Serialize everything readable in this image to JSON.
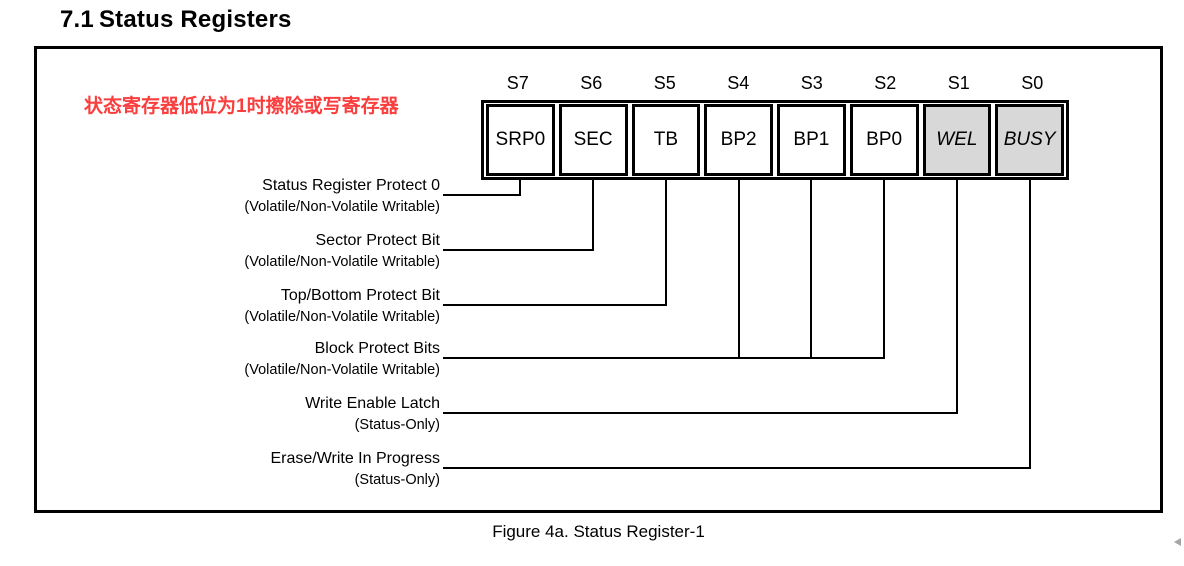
{
  "heading": {
    "number": "7.1",
    "title": "Status Registers"
  },
  "note": {
    "text": "状态寄存器低位为1时擦除或写寄存器",
    "color": "#FA3D3D"
  },
  "register": {
    "name": "Status Register-1",
    "bits": [
      {
        "index": "S7",
        "name": "SRP0",
        "shaded": false
      },
      {
        "index": "S6",
        "name": "SEC",
        "shaded": false
      },
      {
        "index": "S5",
        "name": "TB",
        "shaded": false
      },
      {
        "index": "S4",
        "name": "BP2",
        "shaded": false
      },
      {
        "index": "S3",
        "name": "BP1",
        "shaded": false
      },
      {
        "index": "S2",
        "name": "BP0",
        "shaded": false
      },
      {
        "index": "S1",
        "name": "WEL",
        "shaded": true
      },
      {
        "index": "S0",
        "name": "BUSY",
        "shaded": true
      }
    ],
    "fields": [
      {
        "name": "Status Register Protect 0",
        "attribute": "(Volatile/Non-Volatile Writable)",
        "bits": "S7"
      },
      {
        "name": "Sector Protect Bit",
        "attribute": "(Volatile/Non-Volatile Writable)",
        "bits": "S6"
      },
      {
        "name": "Top/Bottom Protect Bit",
        "attribute": "(Volatile/Non-Volatile Writable)",
        "bits": "S5"
      },
      {
        "name": "Block Protect Bits",
        "attribute": "(Volatile/Non-Volatile Writable)",
        "bits": "S4-S2"
      },
      {
        "name": "Write Enable Latch",
        "attribute": "(Status-Only)",
        "bits": "S1"
      },
      {
        "name": "Erase/Write In Progress",
        "attribute": "(Status-Only)",
        "bits": "S0"
      }
    ]
  },
  "caption": "Figure 4a. Status Register-1",
  "colors": {
    "line": "#000000",
    "shaded_cell": "#D8D8D8",
    "note_red": "#FA3D3D"
  }
}
